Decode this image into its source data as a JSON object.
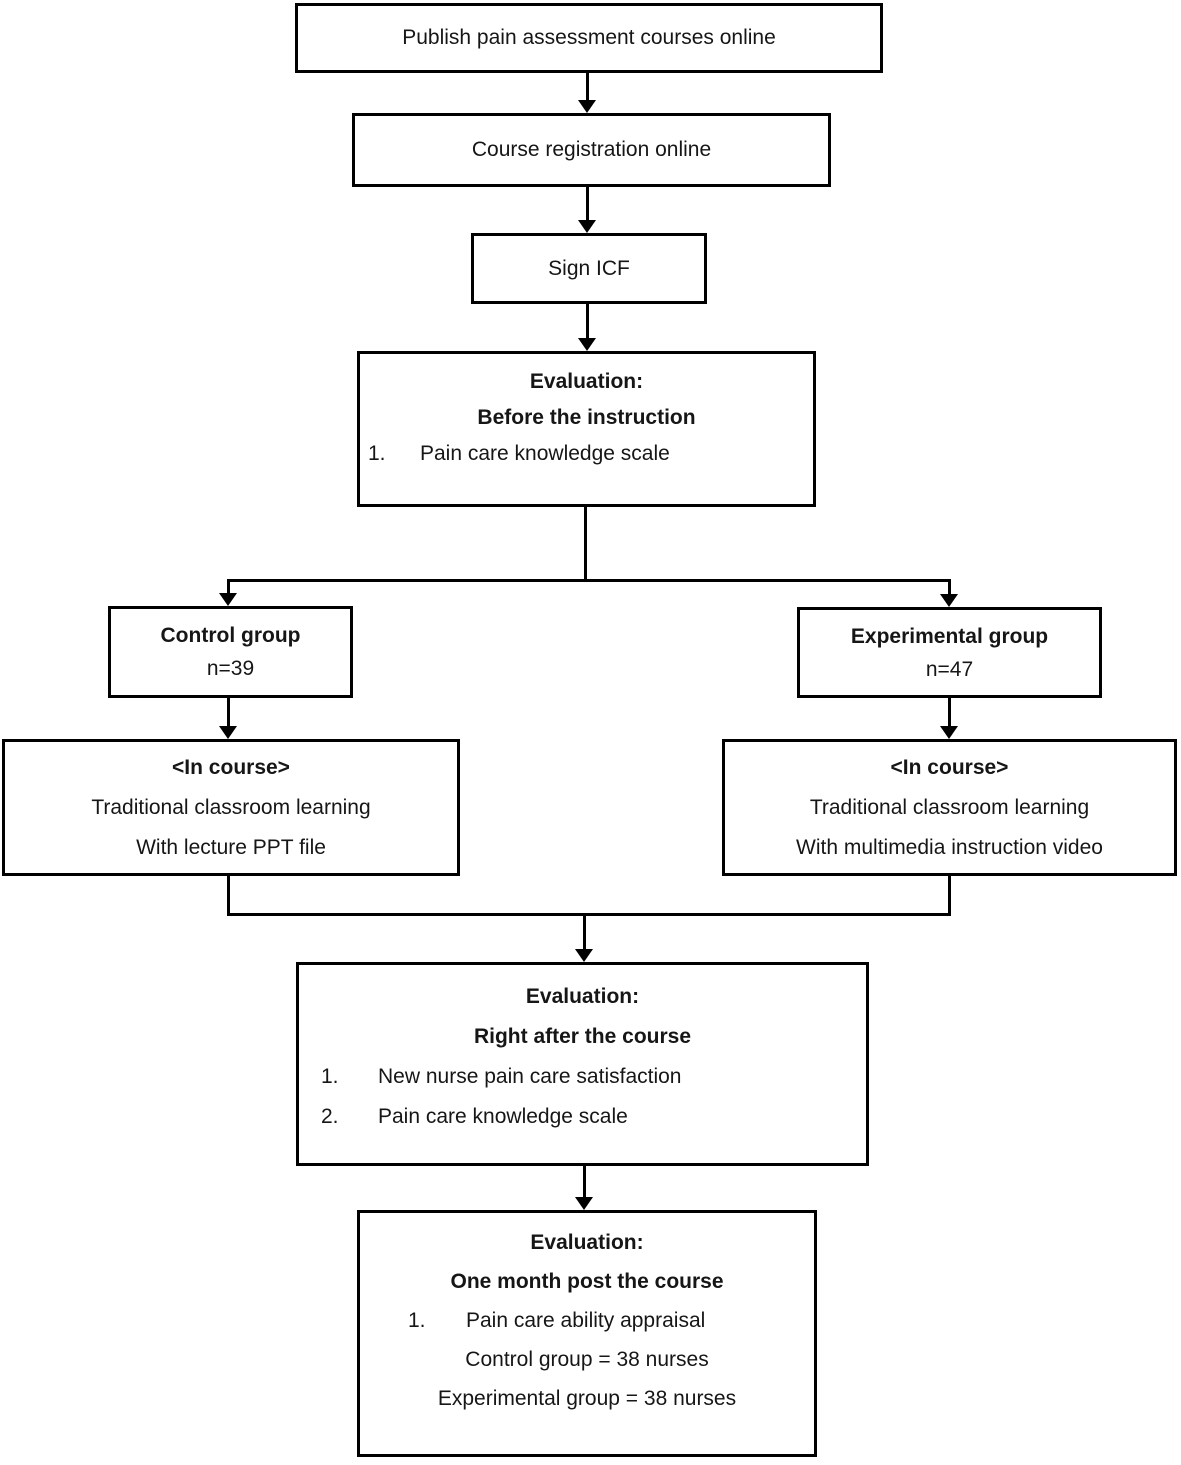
{
  "flowchart": {
    "publish": {
      "label": "Publish pain assessment courses online"
    },
    "registration": {
      "label": "Course registration online"
    },
    "sign_icf": {
      "label": "Sign ICF"
    },
    "eval_before": {
      "heading": "Evaluation:",
      "subheading": "Before the instruction",
      "items": [
        {
          "num": "1.",
          "text": "Pain care knowledge scale"
        }
      ]
    },
    "control_group": {
      "title": "Control group",
      "count": "n=39"
    },
    "experimental_group": {
      "title": "Experimental group",
      "count": "n=47"
    },
    "course_control": {
      "heading": "<In course>",
      "line1": "Traditional classroom learning",
      "line2": "With lecture PPT file"
    },
    "course_experimental": {
      "heading": "<In course>",
      "line1": "Traditional classroom learning",
      "line2": "With multimedia instruction video"
    },
    "eval_after": {
      "heading": "Evaluation:",
      "subheading": "Right after the course",
      "items": [
        {
          "num": "1.",
          "text": "New nurse pain care satisfaction"
        },
        {
          "num": "2.",
          "text": "Pain care knowledge scale"
        }
      ]
    },
    "eval_one_month": {
      "heading": "Evaluation:",
      "subheading": "One month post the course",
      "items": [
        {
          "num": "1.",
          "text": "Pain care ability appraisal"
        }
      ],
      "result_lines": [
        "Control group = 38 nurses",
        "Experimental group = 38 nurses"
      ]
    }
  }
}
